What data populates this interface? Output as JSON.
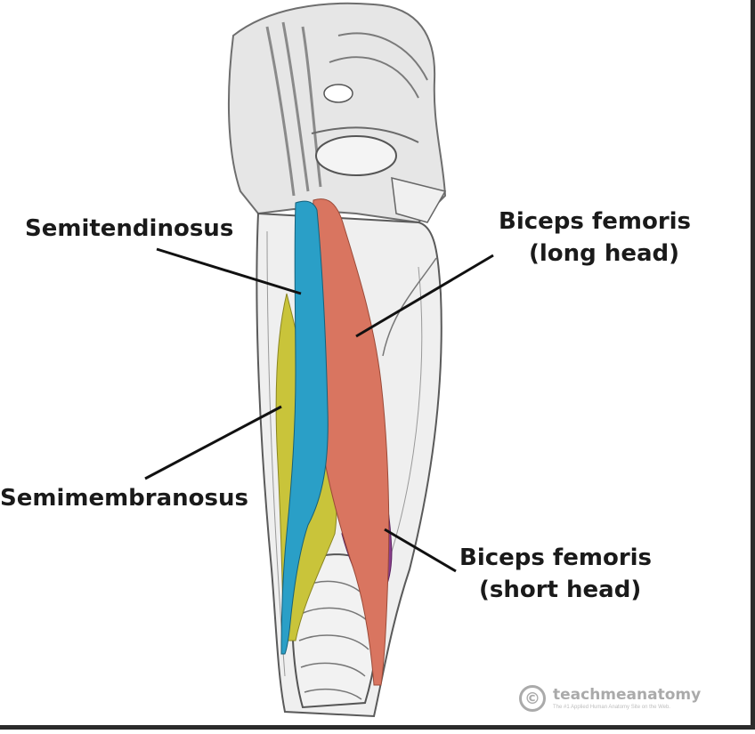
{
  "labels": {
    "semitendinosus": "Semitendinosus",
    "biceps_long_line1": "Biceps femoris",
    "biceps_long_line2": "(long head)",
    "semimembranosus": "Semimembranosus",
    "biceps_short_line1": "Biceps femoris",
    "biceps_short_line2": "(short head)"
  },
  "watermark": {
    "icon": "copyright-icon",
    "brand": "teachmeanatomy",
    "tagline": "The #1 Applied Human Anatomy Site on the Web."
  },
  "colors": {
    "semitendinosus": "#2a9fc7",
    "semimembranosus": "#c9c43a",
    "biceps_long_head": "#d97560",
    "biceps_short_head": "#8a3f8c",
    "sketch": "#9a9a9a",
    "label_text": "#1a1a1a"
  }
}
